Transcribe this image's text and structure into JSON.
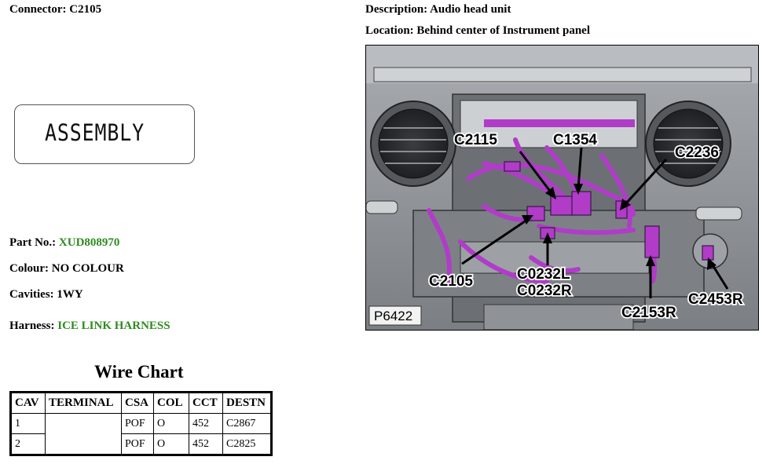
{
  "connector": {
    "label": "Connector:",
    "value": "C2105"
  },
  "description": {
    "label": "Description:",
    "value": "Audio head unit"
  },
  "location": {
    "label": "Location:",
    "value": "Behind center of Instrument panel"
  },
  "assembly_box": {
    "text": "ASSEMBLY"
  },
  "part_no": {
    "label": "Part No.:",
    "value": "XUD808970"
  },
  "colour": {
    "label": "Colour:",
    "value": "NO COLOUR"
  },
  "cavities": {
    "label": "Cavities:",
    "value": "1WY"
  },
  "harness": {
    "label": "Harness:",
    "value": "ICE LINK HARNESS"
  },
  "wire_chart": {
    "title": "Wire Chart",
    "headers": [
      "CAV",
      "TERMINAL",
      "CSA",
      "COL",
      "CCT",
      "DESTN"
    ],
    "rows": [
      {
        "cav": "1",
        "terminal": "",
        "csa": "POF",
        "col": "O",
        "cct": "452",
        "destn": "C2867"
      },
      {
        "cav": "2",
        "terminal": "",
        "csa": "POF",
        "col": "O",
        "cct": "452",
        "destn": "C2825"
      }
    ]
  },
  "photo": {
    "id_label": "P6422",
    "callouts": {
      "c2115": "C2115",
      "c1354": "C1354",
      "c2236": "C2236",
      "c2105": "C2105",
      "c0232l": "C0232L",
      "c0232r": "C0232R",
      "c2153r": "C2153R",
      "c2453r": "C2453R"
    },
    "harness_color": "#b03cc8"
  },
  "colors": {
    "link_green": "#2e8b1f"
  }
}
